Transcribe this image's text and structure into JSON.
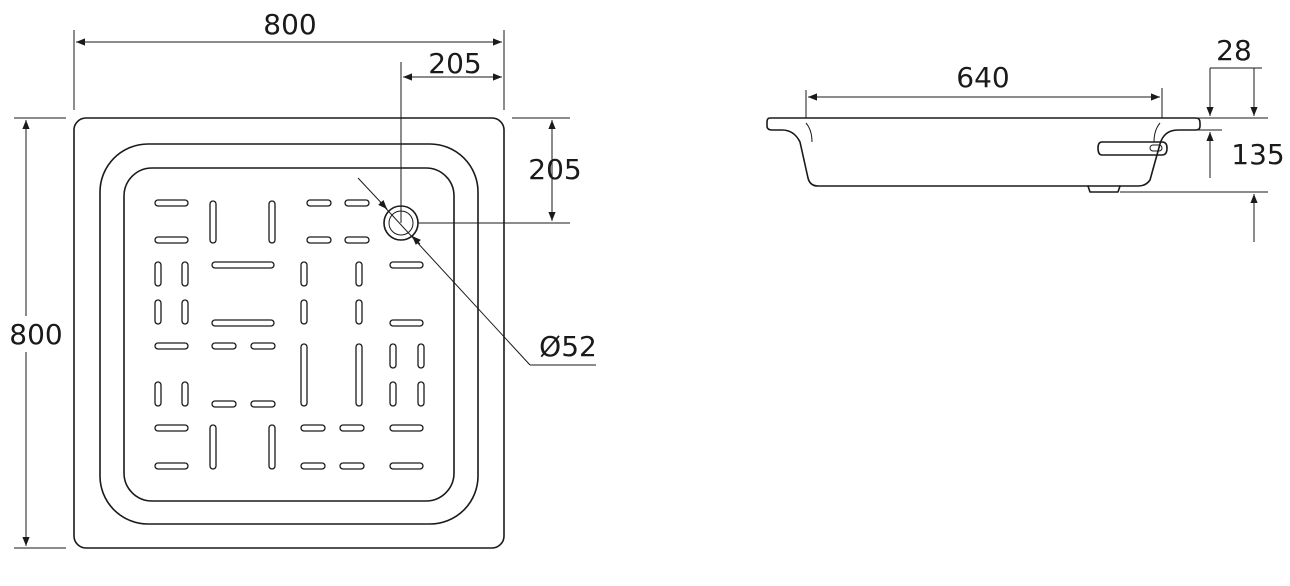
{
  "dimensions": {
    "top_width": "800",
    "drain_offset_x": "205",
    "drain_offset_y": "205",
    "left_height": "800",
    "drain_diameter": "Ø52",
    "inner_length": "640",
    "rim_height": "28",
    "total_height": "135"
  },
  "colors": {
    "line": "#1a1a1a",
    "background": "#ffffff"
  }
}
